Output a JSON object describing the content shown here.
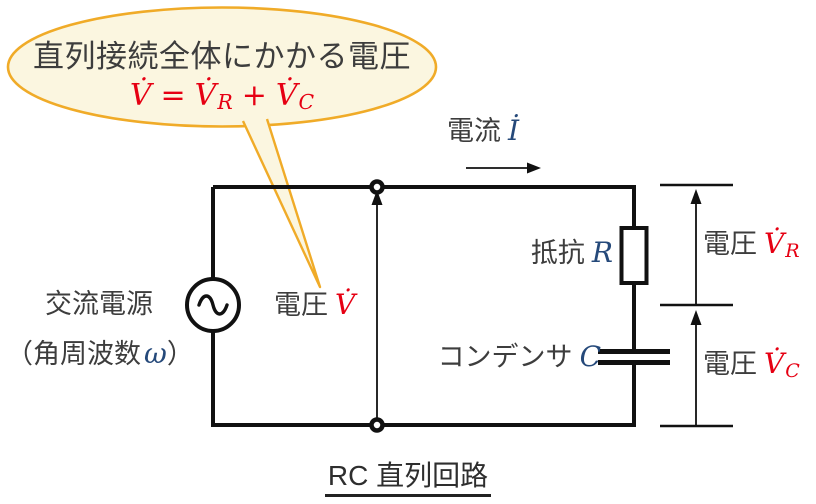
{
  "colors": {
    "wire": "#111111",
    "text-dark": "#3d3d3d",
    "red": "#e60013",
    "navy": "#25497a",
    "bubble-fill": "#fbf6e0",
    "bubble-stroke": "#f0ab28",
    "bg": "#ffffff"
  },
  "callout": {
    "line1": "直列接続全体にかかる電圧",
    "formula": {
      "v1": "V̇",
      "eq": "=",
      "v2": "V̇",
      "sub2": "R",
      "plus": "+",
      "v3": "V̇",
      "sub3": "C"
    }
  },
  "labels": {
    "current": {
      "text": "電流",
      "symbol": "İ"
    },
    "resistor": {
      "text": "抵抗",
      "symbol": "R"
    },
    "capacitor": {
      "text": "コンデンサ",
      "symbol": "C"
    },
    "voltage": {
      "text": "電圧",
      "symbol": "V̇"
    },
    "voltage_r": {
      "text": "電圧",
      "symbol": "V̇",
      "sub": "R"
    },
    "voltage_c": {
      "text": "電圧",
      "symbol": "V̇",
      "sub": "C"
    },
    "source_line1": "交流電源",
    "source_line2": {
      "open": "（角周波数",
      "symbol": "ω",
      "close": "）"
    }
  },
  "title": "RC 直列回路"
}
